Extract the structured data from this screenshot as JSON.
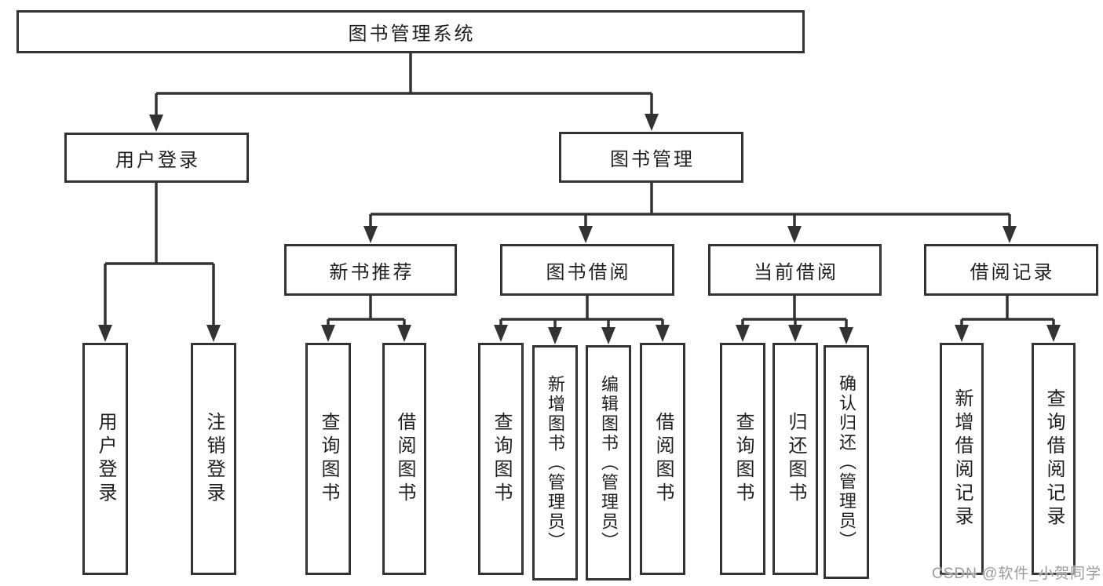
{
  "title": {
    "label": "图书管理系统"
  },
  "level2": {
    "user_login": "用户登录",
    "book_management": "图书管理"
  },
  "level3": {
    "new_book_recommend": "新书推荐",
    "book_borrow": "图书借阅",
    "current_borrow": "当前借阅",
    "borrow_records": "借阅记录"
  },
  "leaves": {
    "user_login": "用户登录",
    "logout": "注销登录",
    "nb_query_books": "查询图书",
    "nb_borrow_books": "借阅图书",
    "bb_query_books": "查询图书",
    "bb_add_books": "新增图书（管理员）",
    "bb_edit_books": "编辑图书（管理员）",
    "bb_borrow_books": "借阅图书",
    "cb_query_books": "查询图书",
    "cb_return_books": "归还图书",
    "cb_confirm_return": "确认归还（管理员）",
    "br_add_record": "新增借阅记录",
    "br_query_record": "查询借阅记录"
  },
  "watermark": {
    "text": "CSDN @软件_小贺同学"
  },
  "colors": {
    "line": "#333333",
    "text": "#1f1f1f",
    "background": "#ffffff",
    "watermark": "#9b9ba2"
  }
}
